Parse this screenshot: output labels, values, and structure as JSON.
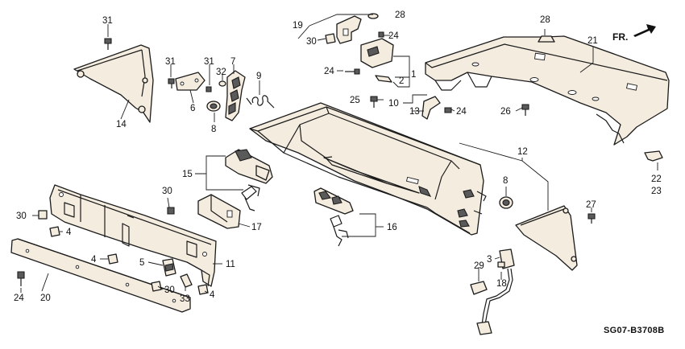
{
  "diagram": {
    "direction_label": "FR.",
    "code": "SG07-B3708B",
    "callouts": {
      "c1": "1",
      "c2": "2",
      "c3": "3",
      "c4a": "4",
      "c4b": "4",
      "c4c": "4",
      "c5": "5",
      "c6": "6",
      "c7": "7",
      "c8a": "8",
      "c8b": "8",
      "c9": "9",
      "c10": "10",
      "c11": "11",
      "c12": "12",
      "c13": "13",
      "c14": "14",
      "c15": "15",
      "c16": "16",
      "c17": "17",
      "c18": "18",
      "c19": "19",
      "c20": "20",
      "c21": "21",
      "c22": "22",
      "c23": "23",
      "c24a": "24",
      "c24b": "24",
      "c24c": "24",
      "c24d": "24",
      "c25": "25",
      "c26": "26",
      "c27": "27",
      "c28a": "28",
      "c28b": "28",
      "c29": "29",
      "c30a": "30",
      "c30b": "30",
      "c30c": "30",
      "c30d": "30",
      "c31a": "31",
      "c31b": "31",
      "c31c": "31",
      "c32": "32",
      "c33": "33"
    },
    "colors": {
      "part_fill": "#f4ecdf",
      "line": "#1b1b1b"
    }
  }
}
